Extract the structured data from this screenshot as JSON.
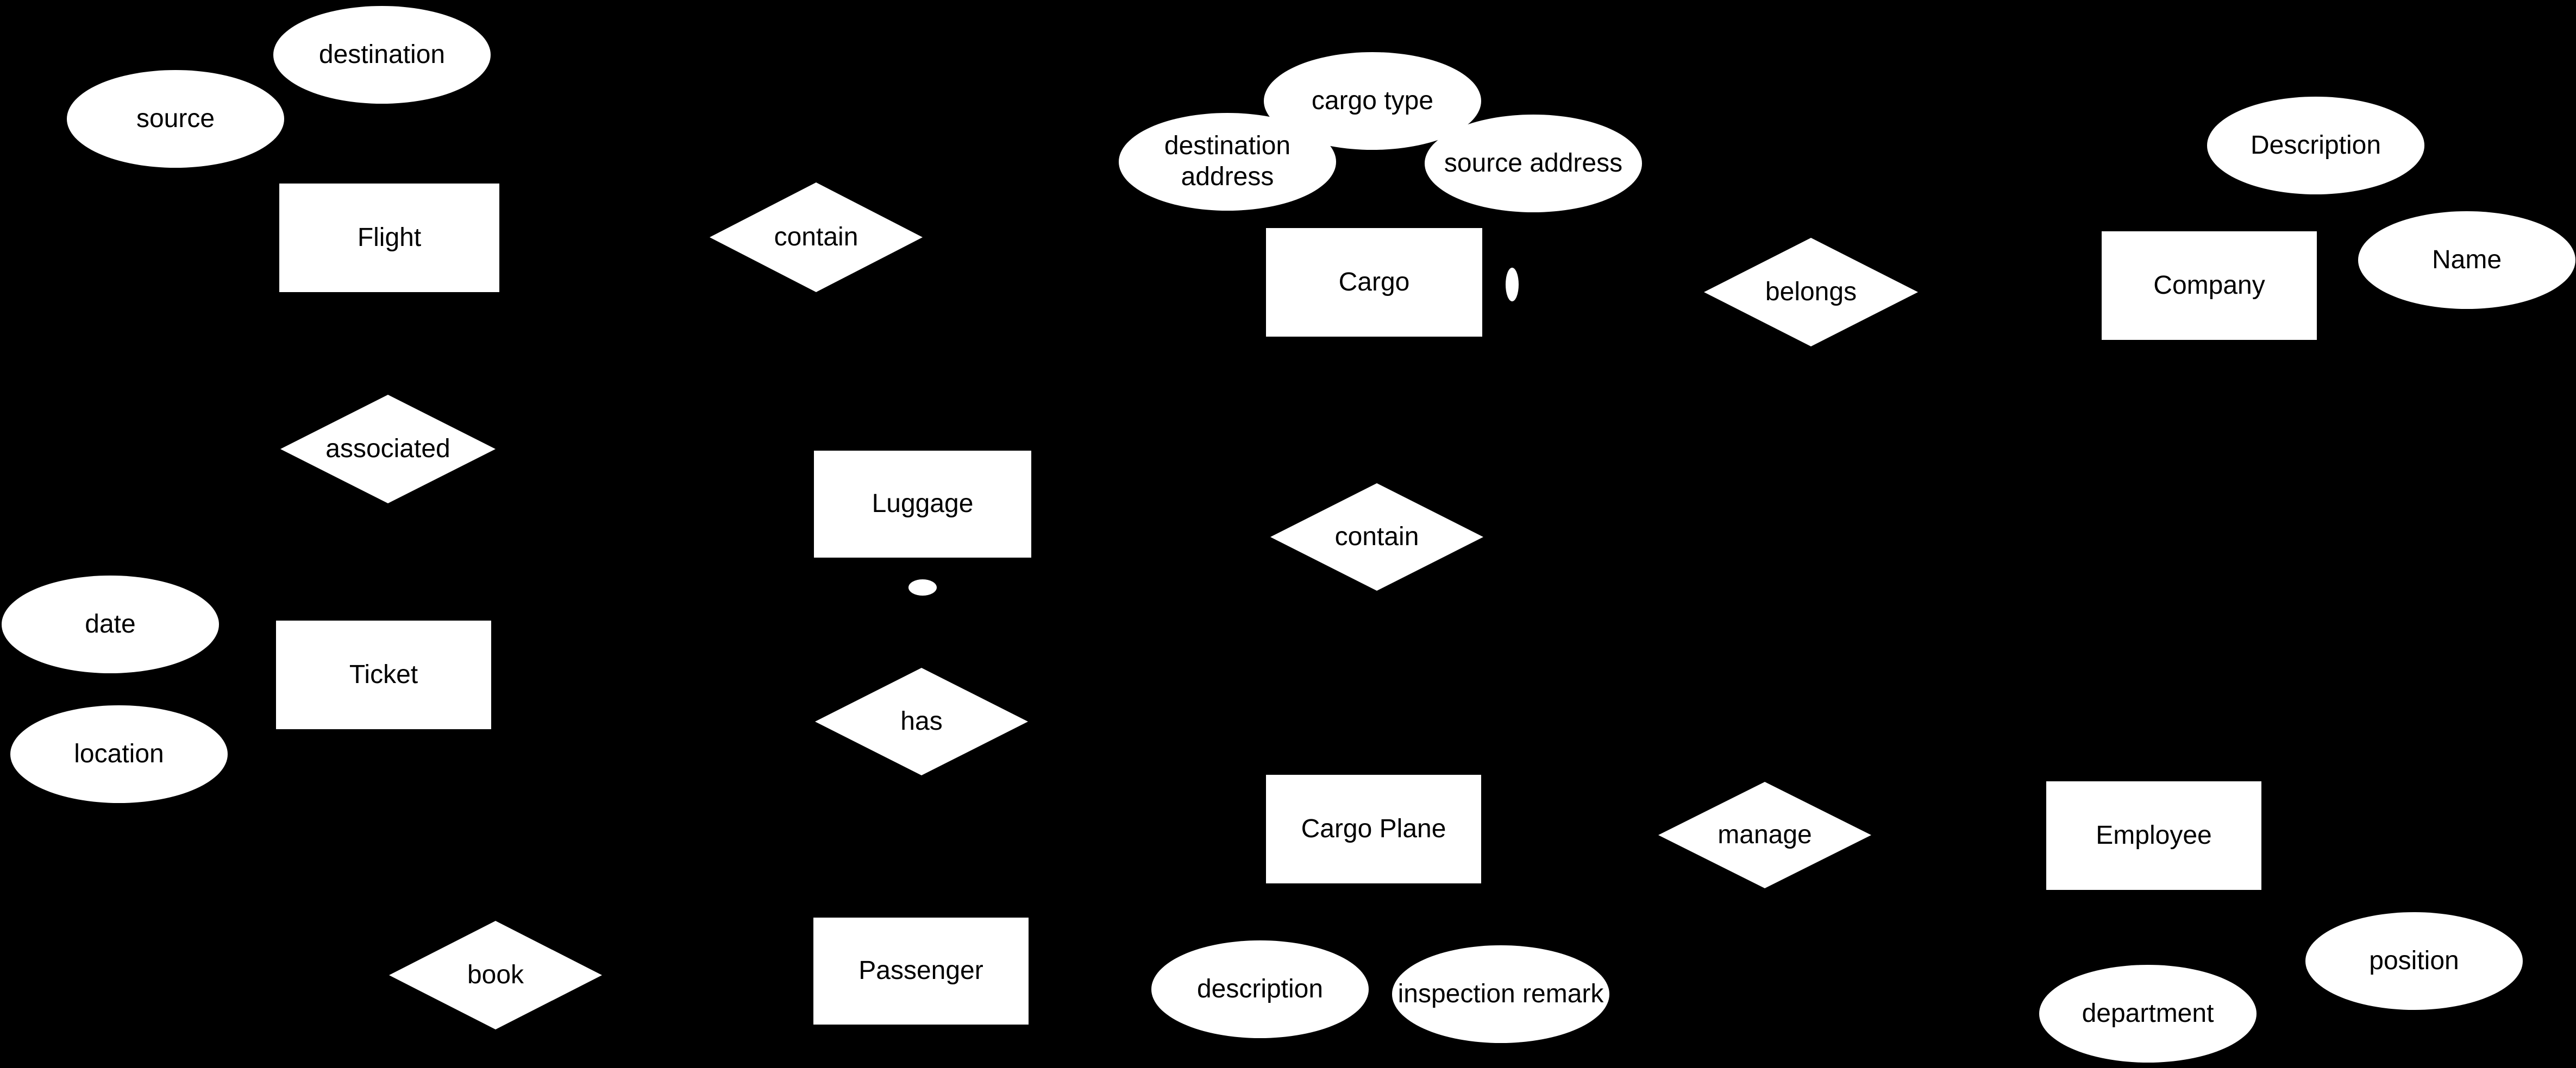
{
  "diagram": {
    "type": "entity-relationship",
    "colors": {
      "background": "#000000",
      "shape_fill": "#ffffff",
      "text": "#000000"
    },
    "entities": [
      {
        "label": "Flight"
      },
      {
        "label": "Cargo"
      },
      {
        "label": "Company"
      },
      {
        "label": "Luggage"
      },
      {
        "label": "Ticket"
      },
      {
        "label": "Cargo Plane"
      },
      {
        "label": "Employee"
      },
      {
        "label": "Passenger"
      }
    ],
    "relationships": [
      {
        "label": "contain"
      },
      {
        "label": "belongs"
      },
      {
        "label": "associated"
      },
      {
        "label": "contain"
      },
      {
        "label": "has"
      },
      {
        "label": "manage"
      },
      {
        "label": "book"
      }
    ],
    "attributes": [
      {
        "label": "destination"
      },
      {
        "label": "source"
      },
      {
        "label": "cargo type"
      },
      {
        "label": "destination address"
      },
      {
        "label": "source address"
      },
      {
        "label": "Description"
      },
      {
        "label": "Name"
      },
      {
        "label": "date"
      },
      {
        "label": "location"
      },
      {
        "label": "description"
      },
      {
        "label": "inspection remark"
      },
      {
        "label": "position"
      },
      {
        "label": "department"
      }
    ]
  }
}
